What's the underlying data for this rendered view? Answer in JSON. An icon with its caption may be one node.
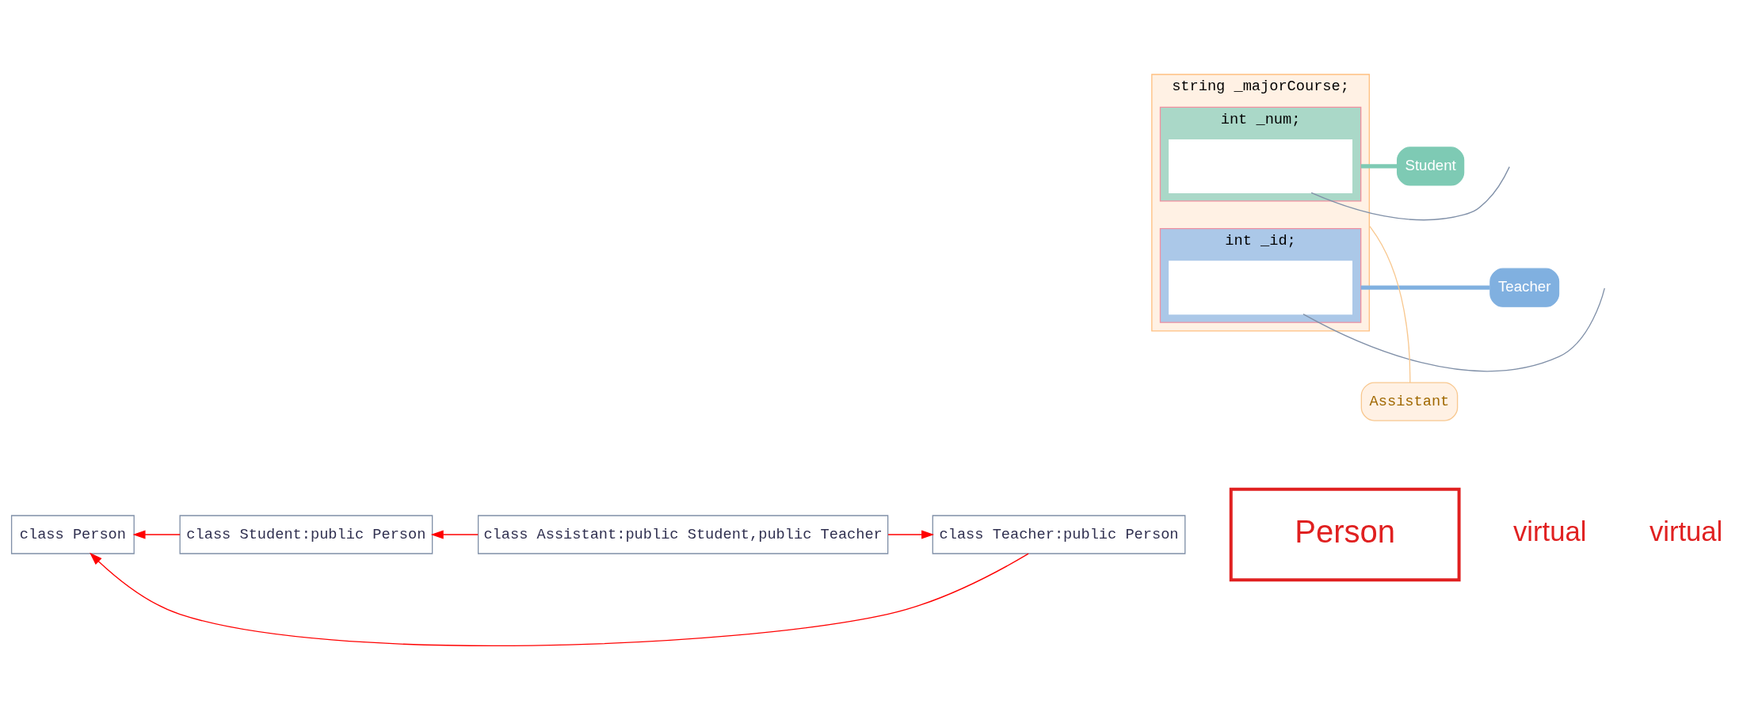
{
  "diagram": {
    "nodes": [
      {
        "text": [
          "class Person"
        ]
      },
      {
        "text": [
          "class Student:public Person"
        ]
      },
      {
        "text": [
          "class Teacher:public Person"
        ]
      },
      {
        "text": [
          "class Assistant:public Student,public Teacher"
        ]
      },
      {
        "text": [
          "string _majorCourse;"
        ]
      },
      {
        "text": [
          "int _num;"
        ],
        "in": 4
      },
      {
        "text": [],
        "shape": "box",
        "in": 5
      },
      {
        "text": [
          "int _id;"
        ],
        "in": 4
      },
      {
        "text": [],
        "shape": "box",
        "in": 7
      },
      {
        "text": [
          "Person"
        ]
      },
      {
        "text": [
          "Student"
        ]
      },
      {
        "text": [
          "Teacher"
        ]
      },
      {
        "text": [
          "Assistant"
        ]
      }
    ],
    "edges": [
      {
        "from": 1,
        "to": 0,
        "arrow": "to",
        "color": "#ff0000"
      },
      {
        "from": 2,
        "to": 0,
        "arrow": "to",
        "color": "#ff0000"
      },
      {
        "from": 3,
        "to": 1,
        "arrow": "to",
        "color": "#ff0000"
      },
      {
        "from": 3,
        "to": 2,
        "arrow": "to",
        "color": "#ff0000"
      },
      {
        "from": 6,
        "to": null,
        "arrow": "none",
        "color": "#8090a8"
      },
      {
        "from": 8,
        "to": null,
        "arrow": "none",
        "color": "#8090a8"
      },
      {
        "from": 10,
        "to": 5,
        "arrow": "none",
        "style": "thick",
        "color": "#7ecab4"
      },
      {
        "from": 11,
        "to": 7,
        "arrow": "none",
        "style": "thick",
        "color": "#80b0e0"
      },
      {
        "from": 12,
        "to": 4,
        "arrow": "none",
        "color": "#f8c890"
      }
    ],
    "labels": [
      "virtual",
      "virtual"
    ]
  }
}
